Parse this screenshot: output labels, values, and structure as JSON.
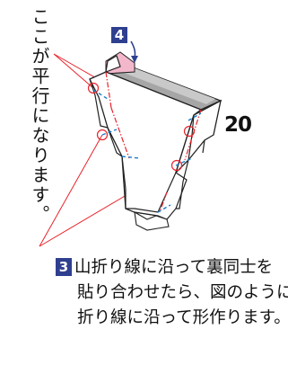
{
  "note_vertical": "ここが平行になります。",
  "step4_label": "4",
  "part_number": "20",
  "instruction": {
    "step": "3",
    "line1": "山折り線に沿って裏同士を",
    "line2": "貼り合わせたら、図のように",
    "line3": "折り線に沿って形作ります。"
  },
  "colors": {
    "pointer_red": "#e8232b",
    "valley_blue": "#1a7cc9",
    "badge_blue": "#2f3f8f",
    "pink_tab": "#f3b7cc",
    "gray_top": "#a6a6a6"
  }
}
